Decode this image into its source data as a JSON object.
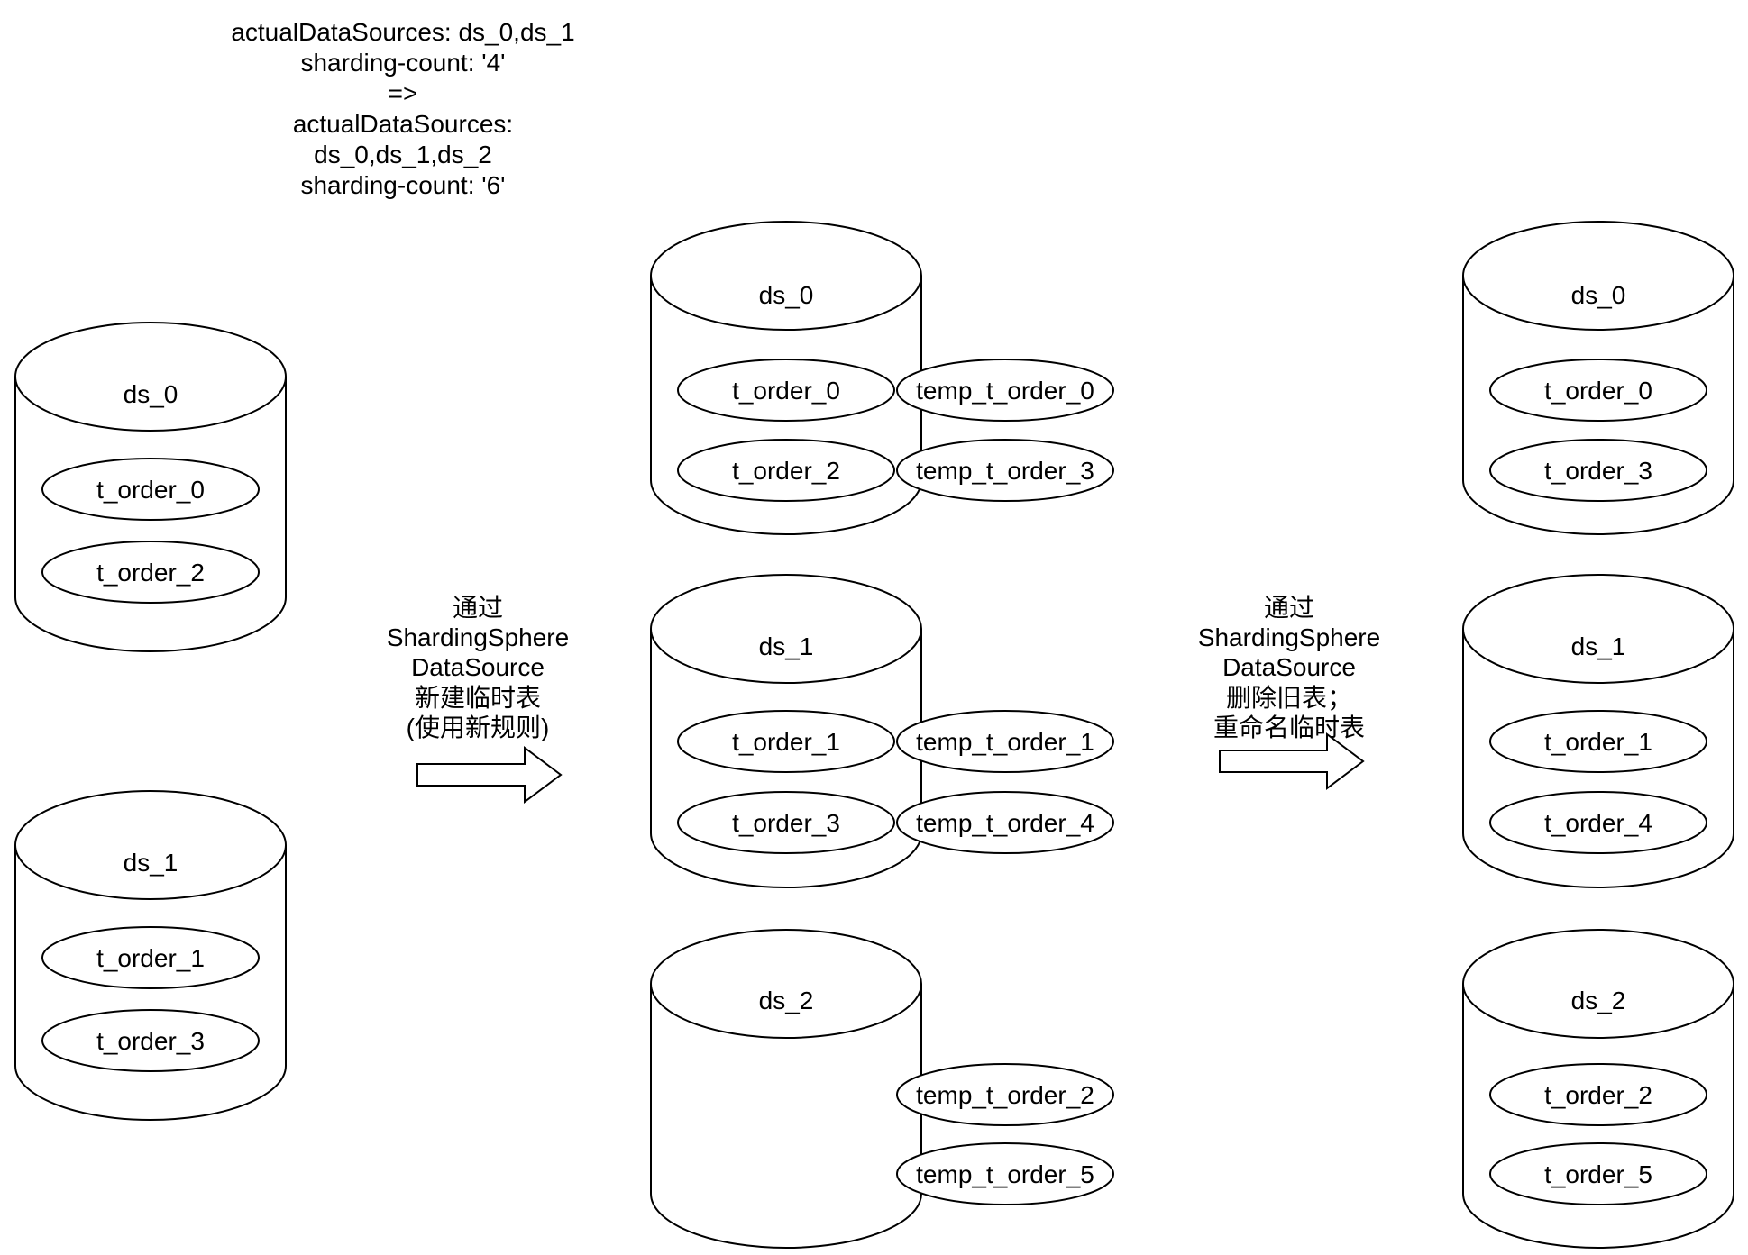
{
  "note": {
    "lines": [
      "actualDataSources: ds_0,ds_1",
      "sharding-count: '4'",
      "=>",
      "actualDataSources:",
      "ds_0,ds_1,ds_2",
      "sharding-count: '6'"
    ]
  },
  "steps": {
    "step1": {
      "lines": [
        "通过",
        "ShardingSphere",
        "DataSource",
        "新建临时表",
        "(使用新规则)"
      ]
    },
    "step2": {
      "lines": [
        "通过",
        "ShardingSphere",
        "DataSource",
        "删除旧表；",
        "重命名临时表"
      ]
    }
  },
  "stages": {
    "before": {
      "datasources": [
        {
          "name": "ds_0",
          "tables": [
            "t_order_0",
            "t_order_2"
          ]
        },
        {
          "name": "ds_1",
          "tables": [
            "t_order_1",
            "t_order_3"
          ]
        }
      ]
    },
    "during": {
      "datasources": [
        {
          "name": "ds_0",
          "tables": [
            "t_order_0",
            "t_order_2"
          ],
          "temp_tables": [
            "temp_t_order_0",
            "temp_t_order_3"
          ]
        },
        {
          "name": "ds_1",
          "tables": [
            "t_order_1",
            "t_order_3"
          ],
          "temp_tables": [
            "temp_t_order_1",
            "temp_t_order_4"
          ]
        },
        {
          "name": "ds_2",
          "tables": [],
          "temp_tables": [
            "temp_t_order_2",
            "temp_t_order_5"
          ]
        }
      ]
    },
    "after": {
      "datasources": [
        {
          "name": "ds_0",
          "tables": [
            "t_order_0",
            "t_order_3"
          ]
        },
        {
          "name": "ds_1",
          "tables": [
            "t_order_1",
            "t_order_4"
          ]
        },
        {
          "name": "ds_2",
          "tables": [
            "t_order_2",
            "t_order_5"
          ]
        }
      ]
    }
  },
  "colors": {
    "stroke": "#000000",
    "fill": "#ffffff",
    "text": "#000000",
    "background": "#ffffff"
  }
}
